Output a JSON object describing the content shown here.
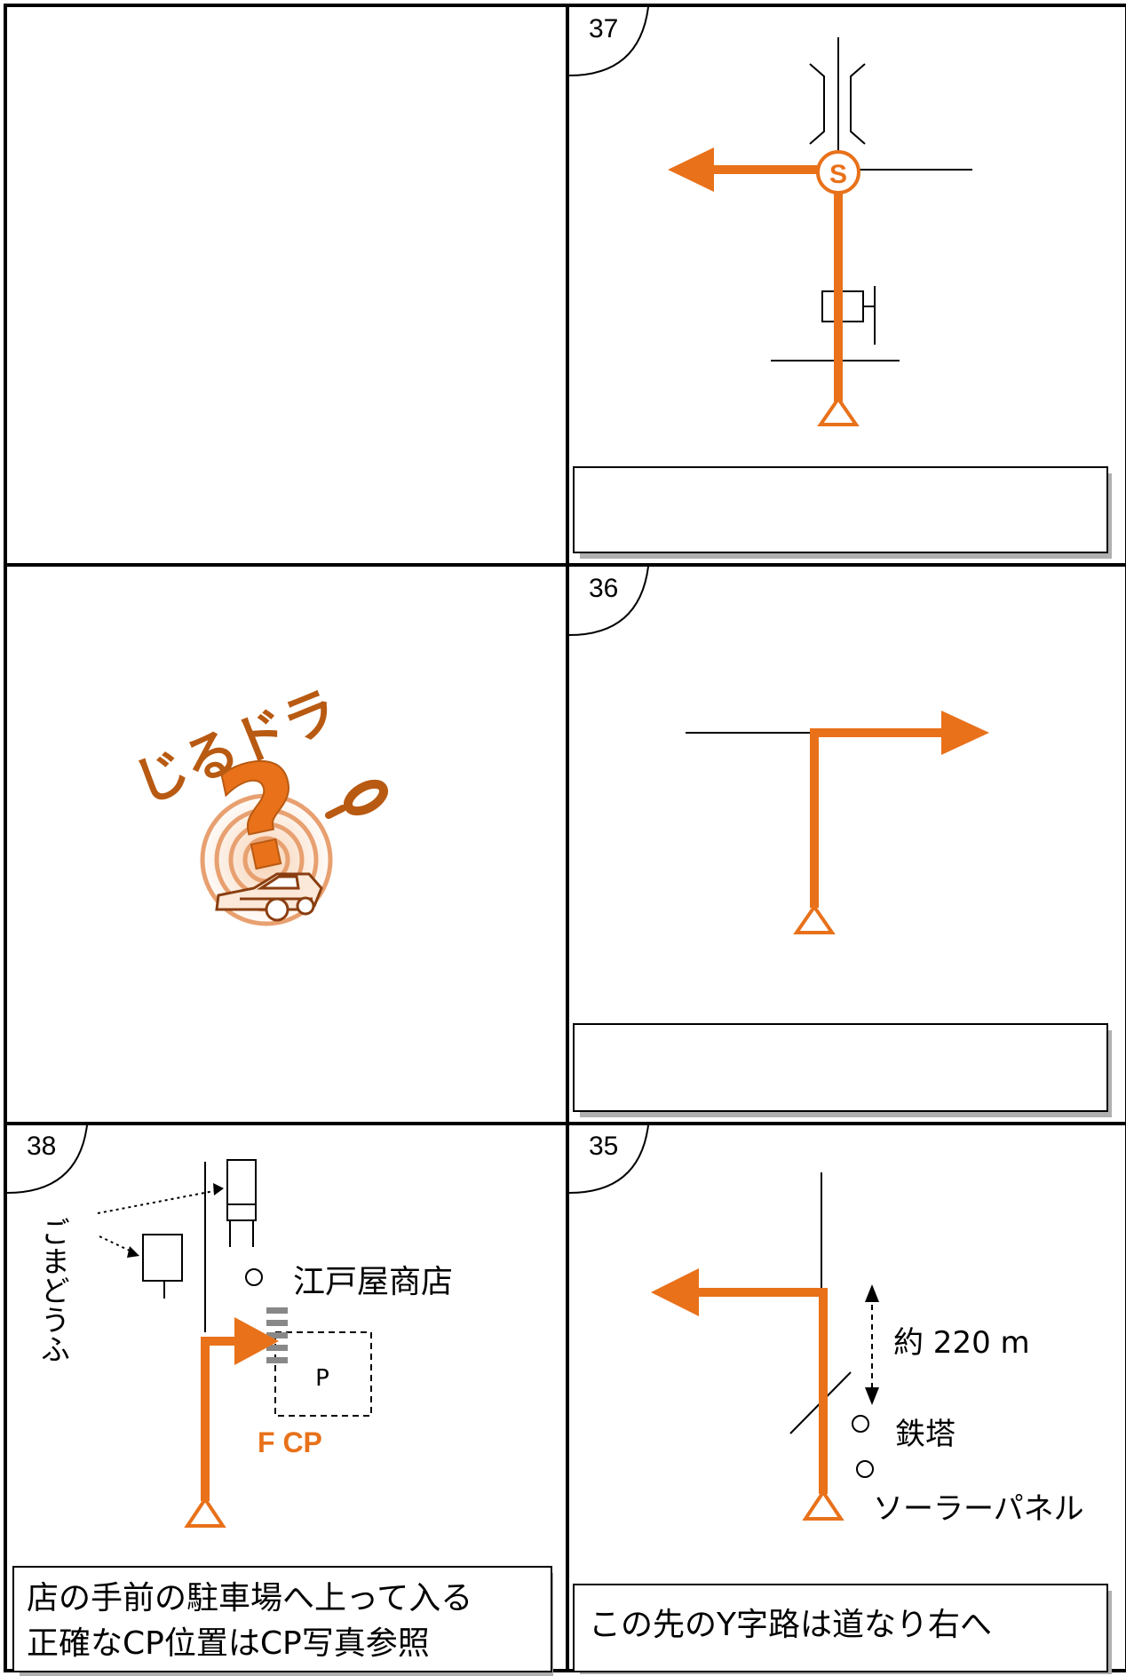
{
  "panels": {
    "p37": {
      "number": "37",
      "symbol": "S",
      "note": ""
    },
    "p36": {
      "number": "36",
      "note": ""
    },
    "p38": {
      "number": "38",
      "landmark_shop": "江戸屋商店",
      "landmark_tofu": "ごまどうふ",
      "parking": "P",
      "checkpoint": "F CP",
      "note_line1": "店の手前の駐車場へ上って入る",
      "note_line2": "正確なCP位置はCP写真参照"
    },
    "p35": {
      "number": "35",
      "distance": "約 220 m",
      "landmark_tower": "鉄塔",
      "landmark_solar": "ソーラーパネル",
      "note": "この先のY字路は道なり右へ"
    }
  },
  "logo": {
    "text": "じるドラ",
    "symbol": "?"
  },
  "colors": {
    "route": "#E8711A",
    "line": "#000000",
    "logo": "#B85A12",
    "shadow": "#B0B0B0"
  }
}
